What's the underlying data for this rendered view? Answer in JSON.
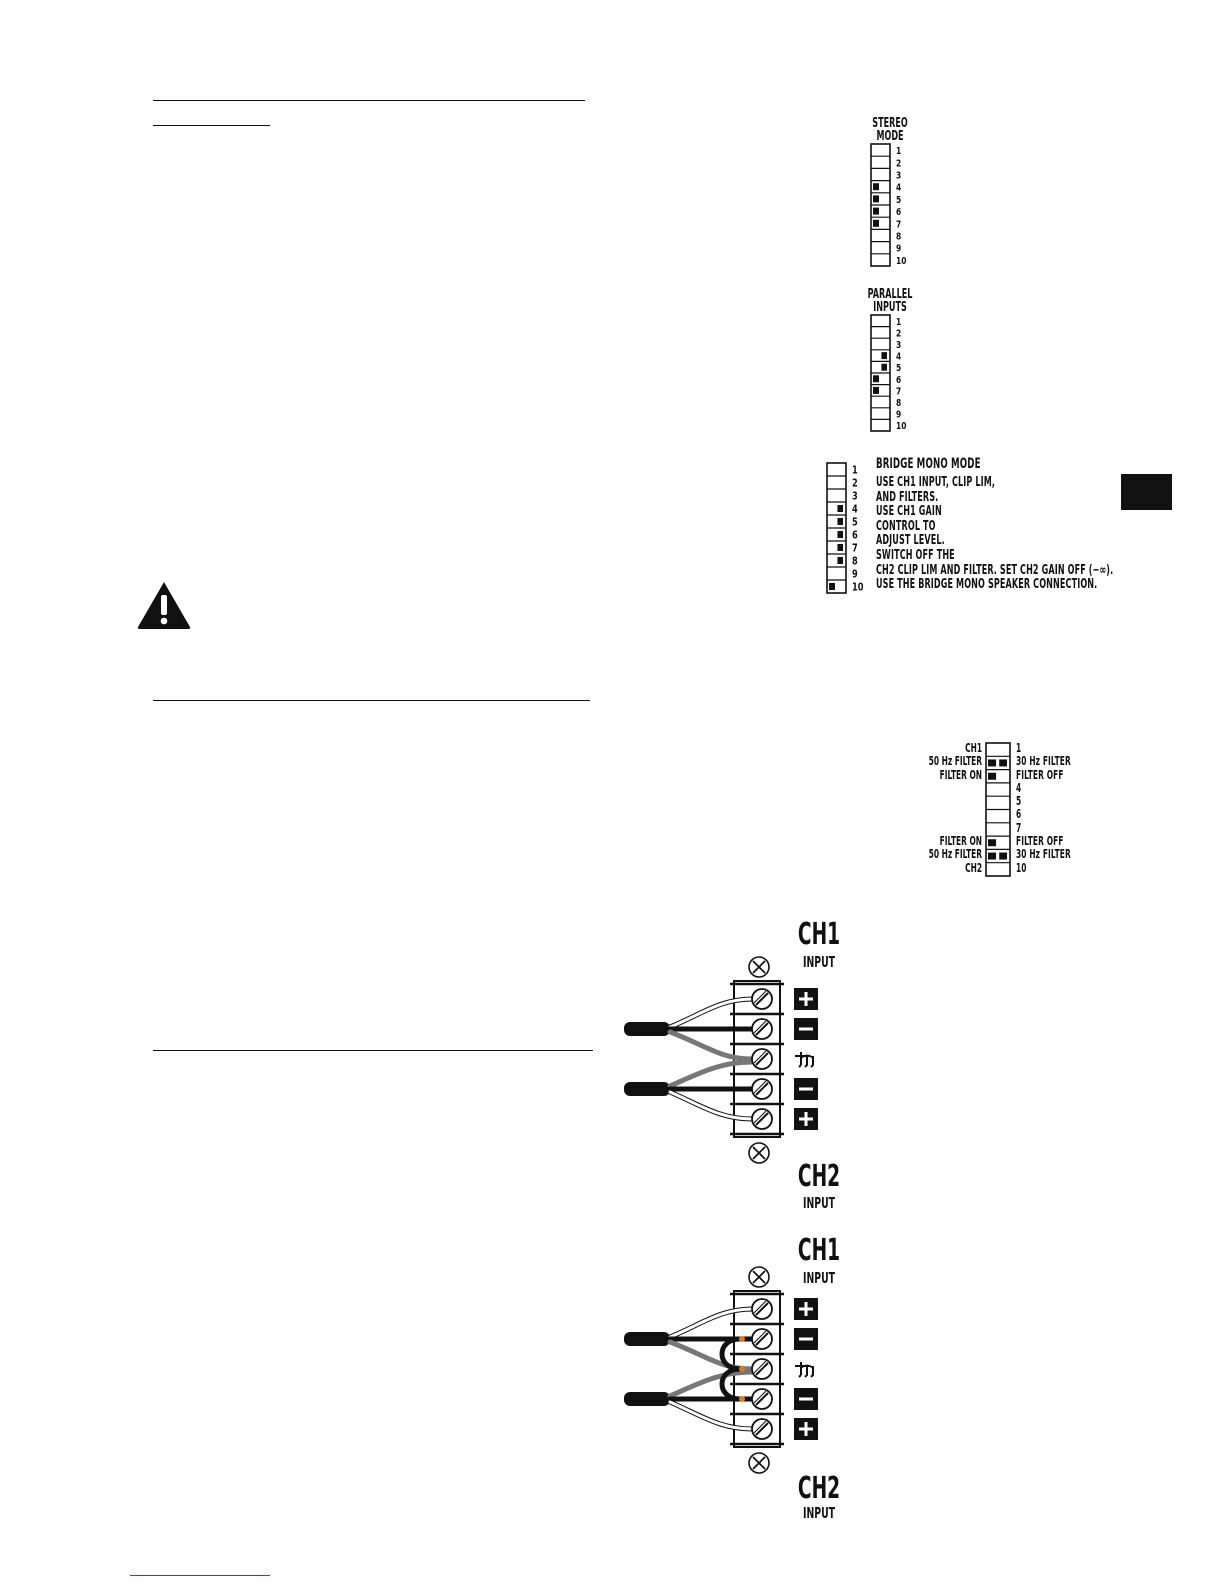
{
  "stereo": {
    "title1": "STEREO",
    "title2": "MODE",
    "numbers": [
      "1",
      "2",
      "3",
      "4",
      "5",
      "6",
      "7",
      "8",
      "9",
      "10"
    ]
  },
  "parallel": {
    "title1": "PARALLEL",
    "title2": "INPUTS",
    "numbers": [
      "1",
      "2",
      "3",
      "4",
      "5",
      "6",
      "7",
      "8",
      "9",
      "10"
    ]
  },
  "bridge": {
    "title": "BRIDGE MONO MODE",
    "numbers": [
      "1",
      "2",
      "3",
      "4",
      "5",
      "6",
      "7",
      "8",
      "9",
      "10"
    ],
    "lines": [
      "USE CH1 INPUT, CLIP LIM,",
      "AND FILTERS.",
      "USE CH1 GAIN",
      "CONTROL TO",
      "ADJUST LEVEL.",
      "SWITCH OFF THE",
      "CH2 CLIP LIM AND FILTER. SET CH2 GAIN OFF (−∞).",
      "USE THE BRIDGE  MONO SPEAKER CONNECTION."
    ]
  },
  "filter": {
    "left": [
      "CH1",
      "50 Hz FILTER",
      "FILTER ON",
      "",
      "",
      "",
      "",
      "FILTER ON",
      "50 Hz FILTER",
      "CH2"
    ],
    "right": [
      "1",
      "30 Hz FILTER",
      "FILTER OFF",
      "4",
      "5",
      "6",
      "7",
      "FILTER OFF",
      "30 Hz FILTER",
      "10"
    ]
  },
  "connector1": {
    "ch_top": "CH1",
    "input_top": "INPUT",
    "ch_bottom": "CH2",
    "input_bottom": "INPUT",
    "signs": [
      "+",
      "−",
      "⏚",
      "−",
      "+"
    ]
  },
  "connector2": {
    "ch_top": "CH1",
    "input_top": "INPUT",
    "ch_bottom": "CH2",
    "input_bottom": "INPUT",
    "signs": [
      "+",
      "−",
      "⏚",
      "−",
      "+"
    ]
  },
  "icons": {
    "warning": "warning-triangle-icon"
  }
}
